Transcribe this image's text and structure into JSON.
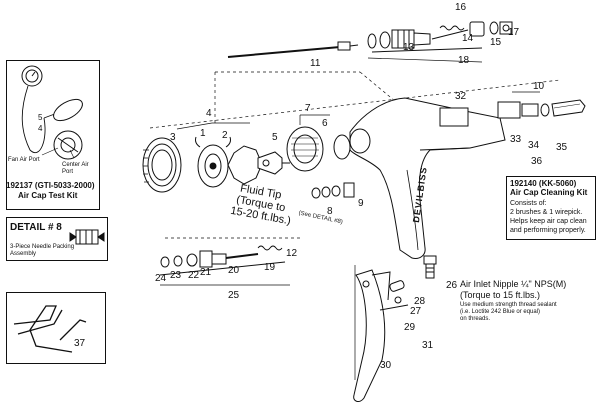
{
  "test_kit": {
    "part_no": "192137 (GTI-5033-2000)",
    "name": "Air Cap Test Kit",
    "fan_port_label": "Fan Air Port",
    "center_port_label": "Center Air Port",
    "callout_a": "5",
    "callout_b": "4"
  },
  "detail8": {
    "title": "DETAIL # 8",
    "line1": "3-Piece Needle Packing",
    "line2": "Assembly"
  },
  "cleaning_kit": {
    "part_no": "192140 (KK-5060)",
    "name": "Air Cap Cleaning Kit",
    "lines": [
      "Consists of:",
      "2 brushes & 1 wirepick.",
      "Helps keep air cap clean",
      "and performing properly."
    ]
  },
  "fluid_tip_note": {
    "lines": [
      "Fluid Tip",
      "(Torque to",
      "15-20 ft.lbs.)"
    ]
  },
  "see_detail": "(See DETAIL #8)",
  "air_inlet_note": {
    "title": "Air Inlet Nipple ¼\" NPS(M)",
    "torque": "(Torque to 15 ft.lbs.)",
    "note1": "Use medium strength thread sealant",
    "note2": "(i.e. Loctite 242 Blue or equal)",
    "note3": "on threads."
  },
  "brand": "DEVILBISS",
  "callouts": {
    "c1": "1",
    "c2": "2",
    "c3": "3",
    "c4": "4",
    "c5": "5",
    "c6": "6",
    "c7": "7",
    "c8": "8",
    "c9": "9",
    "c10": "10",
    "c11": "11",
    "c12": "12",
    "c13": "13",
    "c14": "14",
    "c15": "15",
    "c16": "16",
    "c17": "17",
    "c18": "18",
    "c19": "19",
    "c20": "20",
    "c21": "21",
    "c22": "22",
    "c23": "23",
    "c24": "24",
    "c25": "25",
    "c26": "26",
    "c27": "27",
    "c28": "28",
    "c29": "29",
    "c30": "30",
    "c31": "31",
    "c32": "32",
    "c33": "33",
    "c34": "34",
    "c35": "35",
    "c36": "36",
    "c37": "37"
  }
}
